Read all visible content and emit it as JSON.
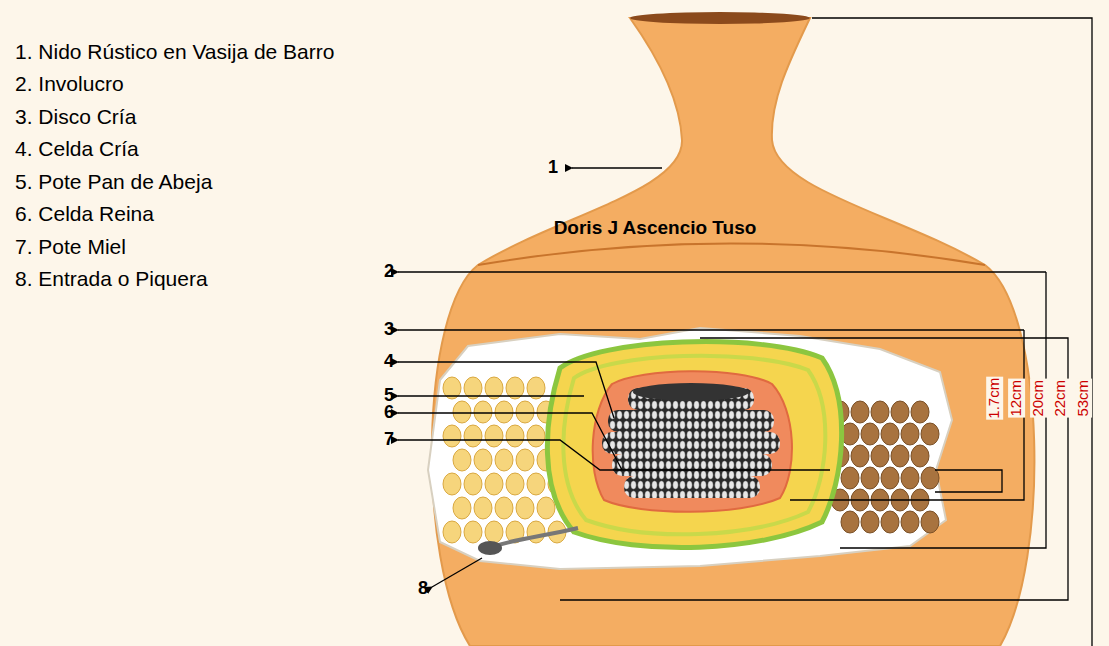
{
  "diagram": {
    "labels": [
      "1. Nido Rústico en Vasija de Barro",
      "2. Involucro",
      "3. Disco Cría",
      "4. Celda Cría",
      "5. Pote Pan de Abeja",
      "6. Celda Reina",
      "7. Pote Miel",
      "8. Entrada o Piquera",
      "1",
      "2",
      "3",
      "4",
      "5",
      "6",
      "7",
      "8",
      "Doris J Ascencio Tuso",
      "1.7cm",
      "12cm",
      "20cm",
      "22cm",
      "53cm"
    ]
  }
}
